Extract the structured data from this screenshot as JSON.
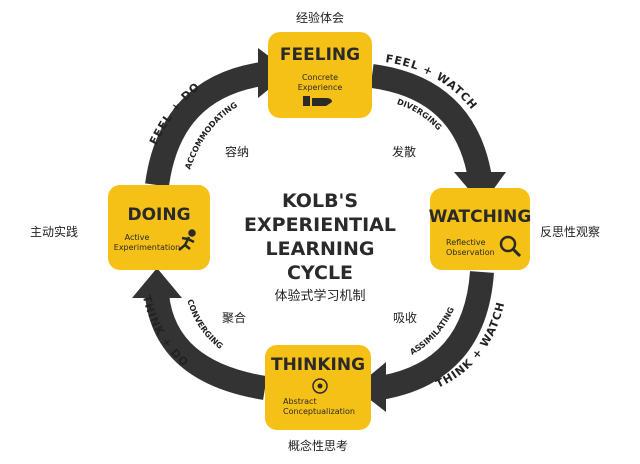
{
  "colors": {
    "box": "#f5c116",
    "arrow": "#333333"
  },
  "center": {
    "lines": [
      "KOLB'S",
      "EXPERIENTIAL",
      "LEARNING",
      "CYCLE"
    ],
    "cn": "体验式学习机制"
  },
  "stages": {
    "feeling": {
      "title": "FEELING",
      "sub1": "Concrete",
      "sub2": "Experience",
      "cn": "经验体会",
      "icon": "hand-icon"
    },
    "watching": {
      "title": "WATCHING",
      "sub1": "Reflective",
      "sub2": "Observation",
      "cn": "反思性观察",
      "icon": "magnifier-icon"
    },
    "thinking": {
      "title": "THINKING",
      "sub1": "Abstract",
      "sub2": "Conceptualization",
      "cn": "概念性思考",
      "icon": "brain-head-icon"
    },
    "doing": {
      "title": "DOING",
      "sub1": "Active",
      "sub2": "Experimentation",
      "cn": "主动实践",
      "icon": "running-person-icon"
    }
  },
  "arcs": {
    "feel_watch": {
      "outer": "FEEL + WATCH",
      "inner": "DIVERGING",
      "cn": "发散"
    },
    "think_watch": {
      "outer": "THINK + WATCH",
      "inner": "ASSIMILATING",
      "cn": "吸收"
    },
    "think_do": {
      "outer": "THINK + DO",
      "inner": "CONVERGING",
      "cn": "聚合"
    },
    "feel_do": {
      "outer": "FEEL + DO",
      "inner": "ACCOMMODATING",
      "cn": "容纳"
    }
  }
}
